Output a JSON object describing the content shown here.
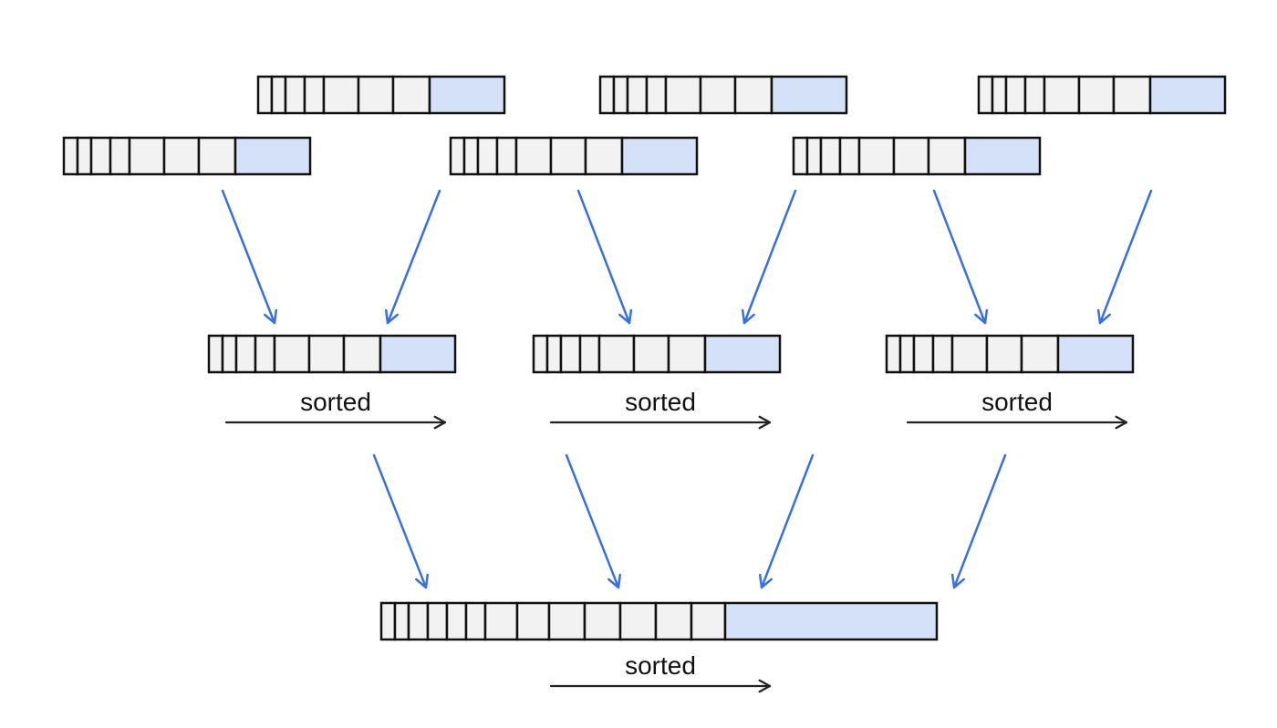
{
  "labels": {
    "group1": "sorted",
    "group2": "sorted",
    "group3": "sorted",
    "final": "sorted"
  },
  "colors": {
    "cell_fill": "#f2f2f2",
    "highlight_fill": "#d5e1f8",
    "outline": "#111111",
    "merge_arrow": "#3a6fde",
    "order_arrow": "#222222"
  }
}
